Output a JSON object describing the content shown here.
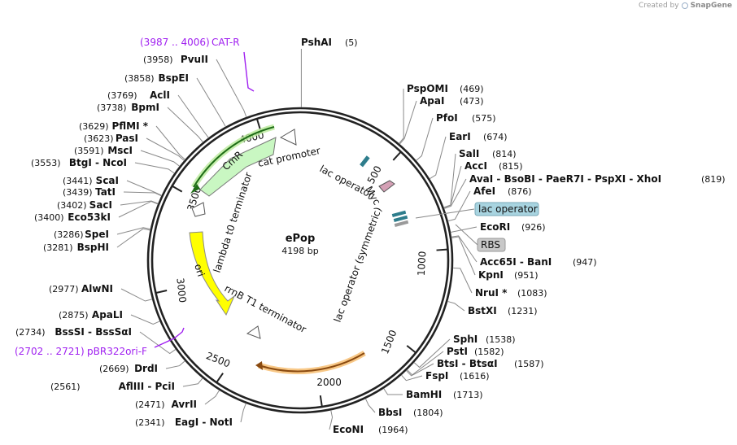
{
  "credit": {
    "prefix": "Created by",
    "brand": "SnapGene"
  },
  "plasmid": {
    "name": "ePop",
    "length_label": "4198 bp"
  },
  "ticks": [
    "500",
    "1000",
    "1500",
    "2000",
    "2500",
    "3000",
    "3500",
    "4000"
  ],
  "sites": [
    {
      "name": "PshAI",
      "pos": "(5)"
    },
    {
      "name": "PspOMI",
      "pos": "(469)"
    },
    {
      "name": "ApaI",
      "pos": "(473)"
    },
    {
      "name": "PfoI",
      "pos": "(575)"
    },
    {
      "name": "EarI",
      "pos": "(674)"
    },
    {
      "name": "SalI",
      "pos": "(814)"
    },
    {
      "name": "AccI",
      "pos": "(815)"
    },
    {
      "name": "AvaI  -  BsoBI  -  PaeR7I  -  PspXI  -  XhoI",
      "pos": "(819)"
    },
    {
      "name": "AfeI",
      "pos": "(876)"
    },
    {
      "name": "EcoRI",
      "pos": "(926)"
    },
    {
      "name": "Acc65I  -  BanI",
      "pos": "(947)"
    },
    {
      "name": "KpnI",
      "pos": "(951)"
    },
    {
      "name": "NruI *",
      "pos": "(1083)"
    },
    {
      "name": "BstXI",
      "pos": "(1231)"
    },
    {
      "name": "SphI",
      "pos": "(1538)"
    },
    {
      "name": "PstI",
      "pos": "(1582)"
    },
    {
      "name": "BtsI  -  BtsαI",
      "pos": "(1587)"
    },
    {
      "name": "FspI",
      "pos": "(1616)"
    },
    {
      "name": "BamHI",
      "pos": "(1713)"
    },
    {
      "name": "BbsI",
      "pos": "(1804)"
    },
    {
      "name": "EcoNI",
      "pos": "(1964)"
    },
    {
      "name": "PvuII",
      "pos": "(3958)"
    },
    {
      "name": "BspEI",
      "pos": "(3858)"
    },
    {
      "name": "AclI",
      "pos": "(3769)"
    },
    {
      "name": "BpmI",
      "pos": "(3738)"
    },
    {
      "name": "PflMI *",
      "pos": "(3629)"
    },
    {
      "name": "PasI",
      "pos": "(3623)"
    },
    {
      "name": "MscI",
      "pos": "(3591)"
    },
    {
      "name": "BtgI  -  NcoI",
      "pos": "(3553)"
    },
    {
      "name": "ScaI",
      "pos": "(3441)"
    },
    {
      "name": "TatI",
      "pos": "(3439)"
    },
    {
      "name": "SacI",
      "pos": "(3402)"
    },
    {
      "name": "Eco53kI",
      "pos": "(3400)"
    },
    {
      "name": "SpeI",
      "pos": "(3286)"
    },
    {
      "name": "BspHI",
      "pos": "(3281)"
    },
    {
      "name": "AlwNI",
      "pos": "(2977)"
    },
    {
      "name": "ApaLI",
      "pos": "(2875)"
    },
    {
      "name": "BssSI  -  BssSαI",
      "pos": "(2734)"
    },
    {
      "name": "DrdI",
      "pos": "(2669)"
    },
    {
      "name": "AflIII  -  PciI",
      "pos": "(2561)"
    },
    {
      "name": "AvrII",
      "pos": "(2471)"
    },
    {
      "name": "EagI  -  NotI",
      "pos": "(2341)"
    }
  ],
  "primers": [
    {
      "range": "(3987 .. 4006)",
      "name": "CAT-R"
    },
    {
      "range": "(2702 .. 2721)",
      "name": "pBR322ori-F"
    }
  ],
  "boxed_labels": [
    "lac operator",
    "RBS"
  ],
  "features": [
    {
      "label": "CmR",
      "color": "#c9f7c2"
    },
    {
      "label": "ori",
      "color": "#ffff00"
    },
    {
      "label": "cat promoter",
      "color": "#ffffff"
    },
    {
      "label": "lambda t0 terminator",
      "color": "#ffffff"
    },
    {
      "label": "rrnB T1 terminator",
      "color": "#ffffff"
    },
    {
      "label": "lac operator",
      "color": "#2e7d8c"
    },
    {
      "label": "Myc",
      "color": "#d4a0b5"
    },
    {
      "label": "lac operator (symmetric)",
      "color": "#2e7d8c"
    }
  ],
  "colors": {
    "primer": "#a020f0",
    "orf_highlight_green": "#9be07a",
    "orf_highlight_orange": "#f7c27a",
    "boxed_blue": "#a8d4e0",
    "boxed_gray": "#c8c8c8"
  }
}
